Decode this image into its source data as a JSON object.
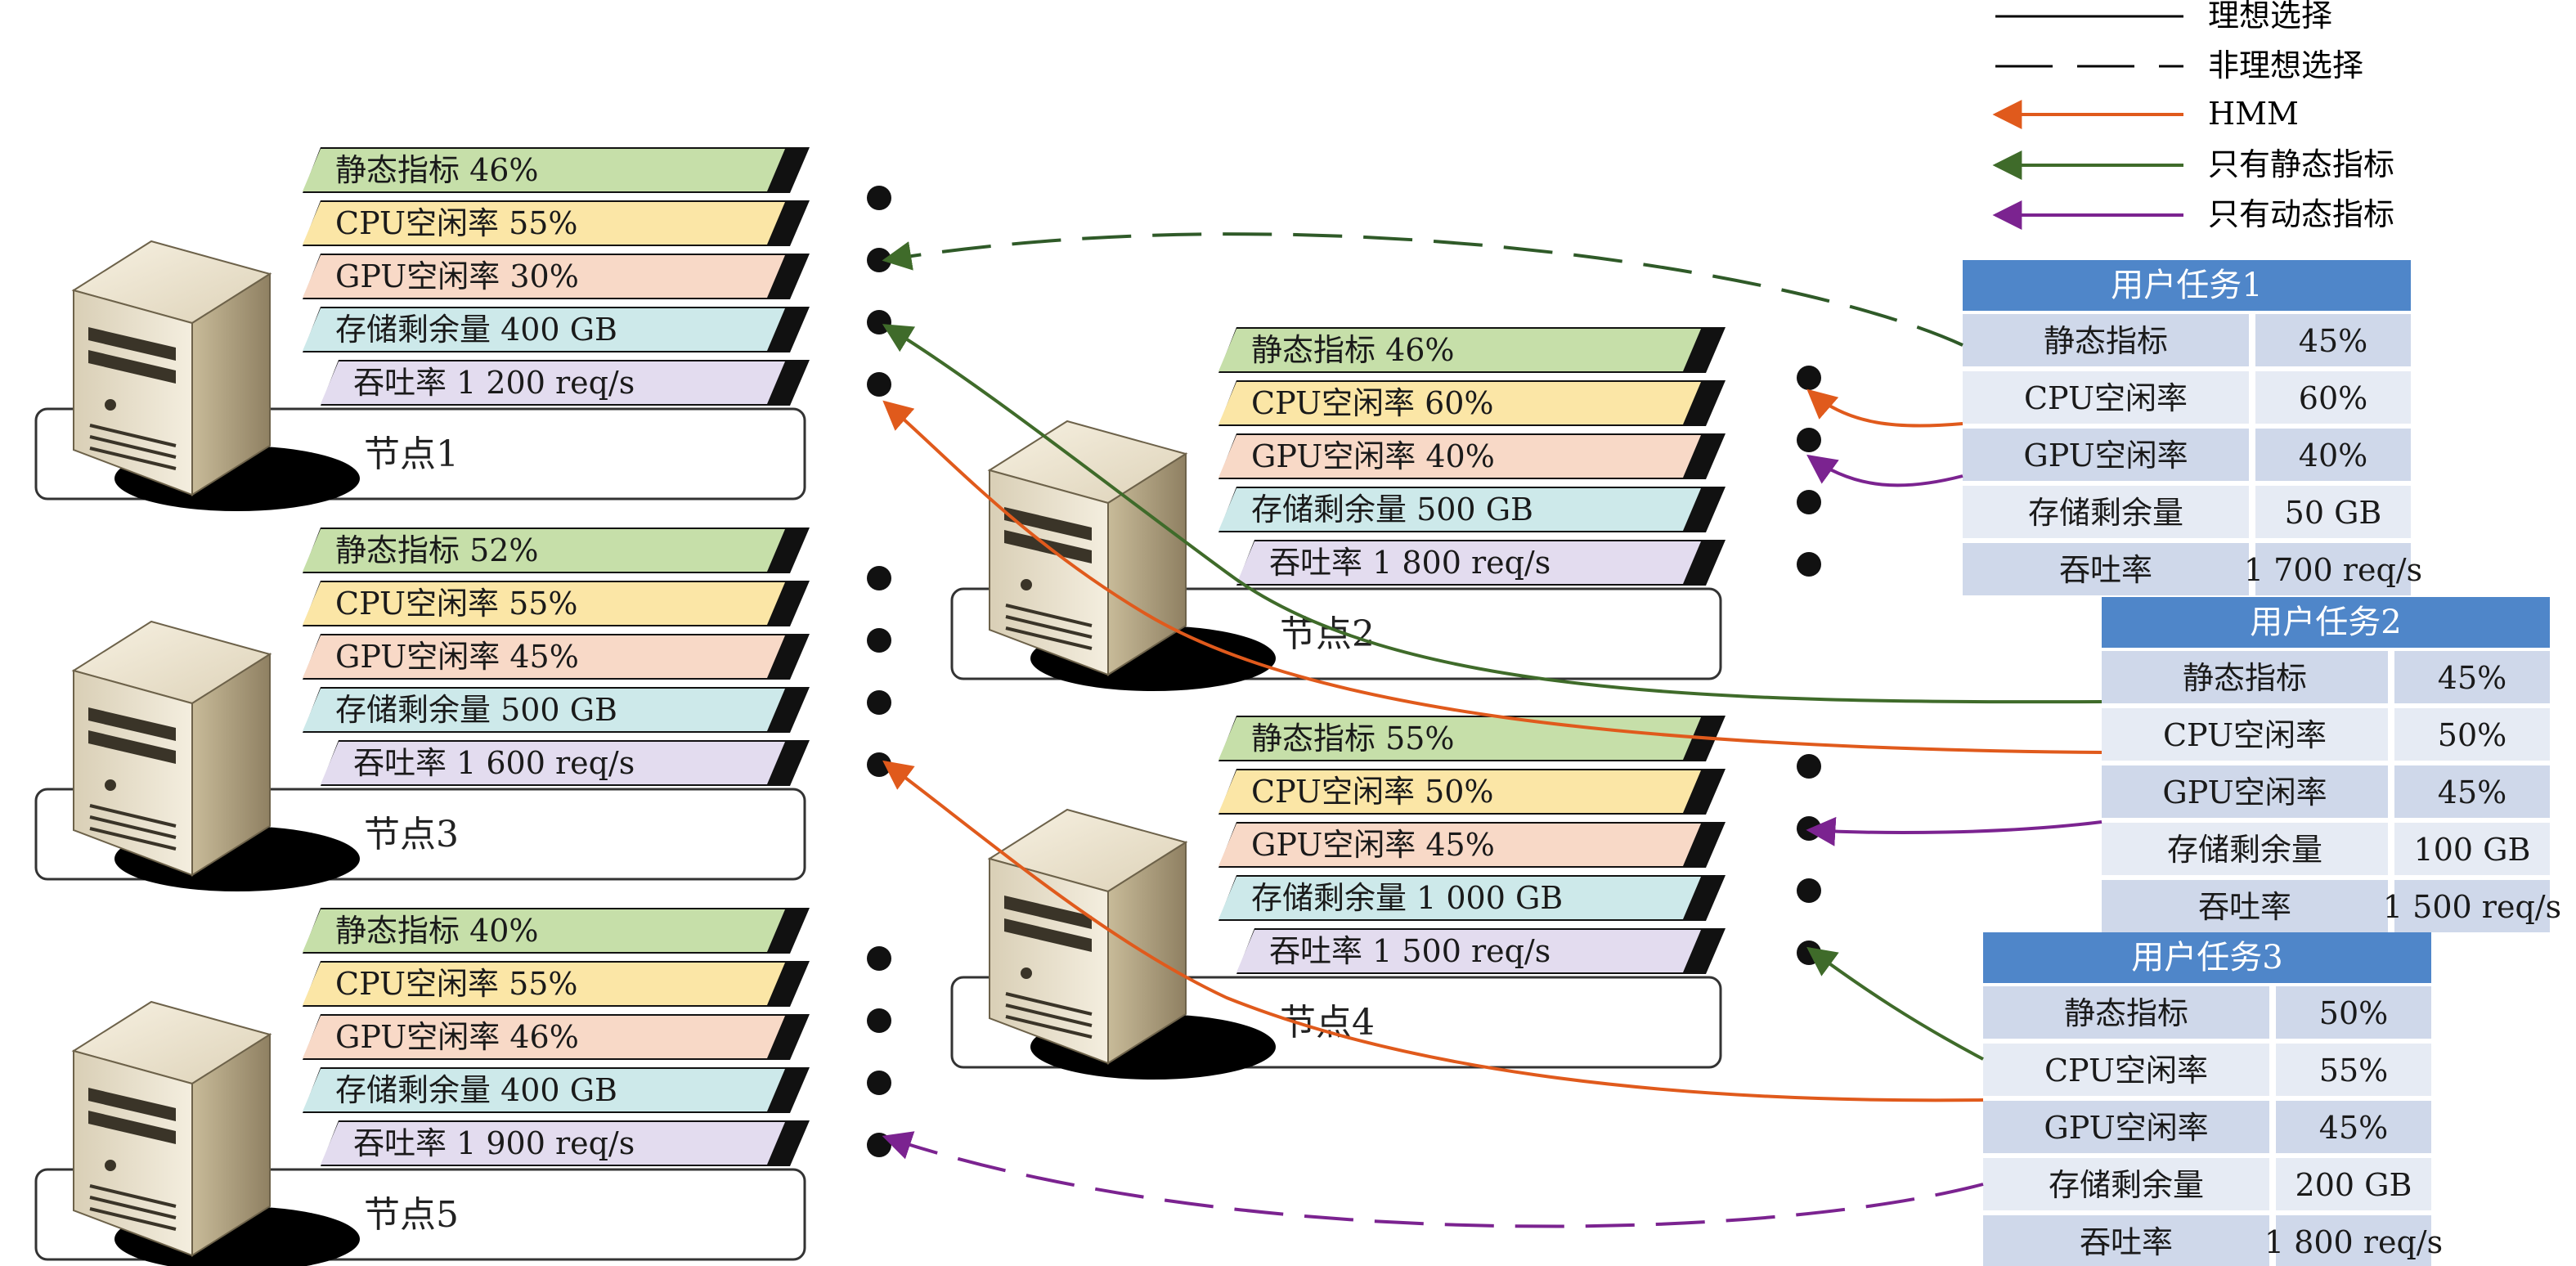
{
  "legend": [
    {
      "label": "理想选择",
      "style": "solid",
      "color": "#000000",
      "arrow": false
    },
    {
      "label": "非理想选择",
      "style": "dashed",
      "color": "#000000",
      "arrow": false
    },
    {
      "label": "HMM",
      "style": "solid",
      "color": "#e05a1c",
      "arrow": true
    },
    {
      "label": "只有静态指标",
      "style": "solid",
      "color": "#3f6b2a",
      "arrow": true
    },
    {
      "label": "只有动态指标",
      "style": "solid",
      "color": "#7b2390",
      "arrow": true
    }
  ],
  "metric_colors": {
    "static": "#c6dfa9",
    "cpu": "#fbe6a6",
    "gpu": "#f8d9c7",
    "storage": "#cde9ea",
    "throughput": "#e3dcef"
  },
  "nodes": [
    {
      "name": "节点1",
      "metrics": [
        "静态指标 46%",
        "CPU空闲率 55%",
        "GPU空闲率 30%",
        "存储剩余量 400 GB",
        "吞吐率 1 200 req/s"
      ]
    },
    {
      "name": "节点2",
      "metrics": [
        "静态指标 46%",
        "CPU空闲率 60%",
        "GPU空闲率 40%",
        "存储剩余量 500 GB",
        "吞吐率 1 800 req/s"
      ]
    },
    {
      "name": "节点3",
      "metrics": [
        "静态指标 52%",
        "CPU空闲率 55%",
        "GPU空闲率 45%",
        "存储剩余量 500 GB",
        "吞吐率 1 600 req/s"
      ]
    },
    {
      "name": "节点4",
      "metrics": [
        "静态指标 55%",
        "CPU空闲率 50%",
        "GPU空闲率 45%",
        "存储剩余量 1 000 GB",
        "吞吐率 1 500 req/s"
      ]
    },
    {
      "name": "节点5",
      "metrics": [
        "静态指标 40%",
        "CPU空闲率 55%",
        "GPU空闲率 46%",
        "存储剩余量 400 GB",
        "吞吐率 1 900 req/s"
      ]
    }
  ],
  "tasks": [
    {
      "title": "用户任务1",
      "rows": [
        [
          "静态指标",
          "45%"
        ],
        [
          "CPU空闲率",
          "60%"
        ],
        [
          "GPU空闲率",
          "40%"
        ],
        [
          "存储剩余量",
          "50 GB"
        ],
        [
          "吞吐率",
          "1 700 req/s"
        ]
      ]
    },
    {
      "title": "用户任务2",
      "rows": [
        [
          "静态指标",
          "45%"
        ],
        [
          "CPU空闲率",
          "50%"
        ],
        [
          "GPU空闲率",
          "45%"
        ],
        [
          "存储剩余量",
          "100 GB"
        ],
        [
          "吞吐率",
          "1 500 req/s"
        ]
      ]
    },
    {
      "title": "用户任务3",
      "rows": [
        [
          "静态指标",
          "50%"
        ],
        [
          "CPU空闲率",
          "55%"
        ],
        [
          "GPU空闲率",
          "45%"
        ],
        [
          "存储剩余量",
          "200 GB"
        ],
        [
          "吞吐率",
          "1 800 req/s"
        ]
      ]
    }
  ],
  "connections": [
    {
      "from": "用户任务1",
      "to": "节点1",
      "method": "非理想选择"
    },
    {
      "from": "用户任务1",
      "to": "节点2",
      "method": "HMM"
    },
    {
      "from": "用户任务1",
      "to": "节点2",
      "method": "只有动态指标"
    },
    {
      "from": "用户任务2",
      "to": "节点1",
      "method": "只有静态指标"
    },
    {
      "from": "用户任务2",
      "to": "节点1",
      "method": "HMM"
    },
    {
      "from": "用户任务2",
      "to": "节点4",
      "method": "只有动态指标"
    },
    {
      "from": "用户任务3",
      "to": "节点4",
      "method": "只有静态指标"
    },
    {
      "from": "用户任务3",
      "to": "节点3",
      "method": "HMM"
    },
    {
      "from": "用户任务3",
      "to": "节点5",
      "method": "只有动态指标"
    }
  ]
}
